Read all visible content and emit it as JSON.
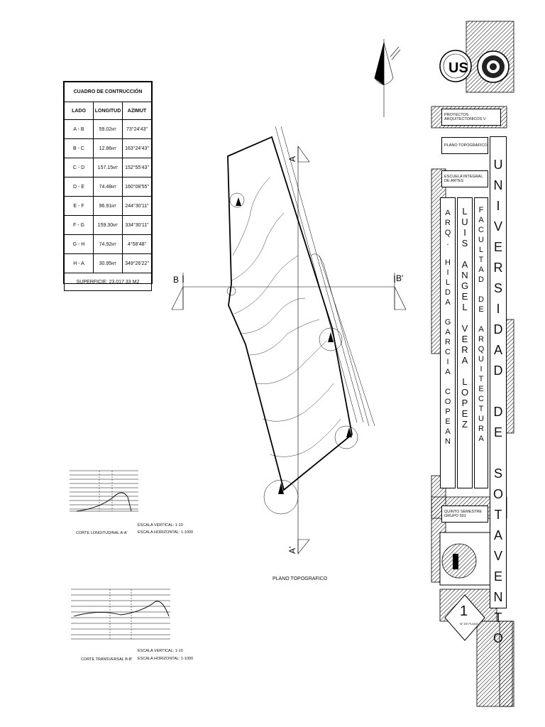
{
  "table": {
    "title": "CUADRO DE CONTRUCCIÓN",
    "headers": [
      "LADO",
      "LONGITUD",
      "AZIMUT"
    ],
    "rows": [
      {
        "lado": "A - B",
        "longitud": "59.02",
        "unit": "MT",
        "azimut": "73°24'43\""
      },
      {
        "lado": "B - C",
        "longitud": "12.86",
        "unit": "MT",
        "azimut": "163°24'43\""
      },
      {
        "lado": "C - D",
        "longitud": "157.15",
        "unit": "MT",
        "azimut": "152°55'43\""
      },
      {
        "lado": "D - E",
        "longitud": "74.48",
        "unit": "MT",
        "azimut": "160°08'55\""
      },
      {
        "lado": "E - F",
        "longitud": "96.91",
        "unit": "MT",
        "azimut": "244°30'11\""
      },
      {
        "lado": "F - G",
        "longitud": "159.30",
        "unit": "MT",
        "azimut": "334°30'11\""
      },
      {
        "lado": "G - H",
        "longitud": "74.92",
        "unit": "MT",
        "azimut": "4°58'48\""
      },
      {
        "lado": "H - A",
        "longitud": "30.95",
        "unit": "MT",
        "azimut": "349°26'22\""
      }
    ],
    "superficie": "SUPERFICIE: 23,017.33 M2"
  },
  "plan": {
    "section_b": "B",
    "section_b_prime": "B'",
    "section_a": "A",
    "section_a_prime": "A'",
    "title": "PLANO TOPOGRAFICO"
  },
  "sections": {
    "longitudinal": {
      "title": "CORTE LONGITUDINAL A-A'",
      "scale_v": "ESCALA VERTICAL: 1-10",
      "scale_h": "ESCALA HORIZONTAL: 1-1000"
    },
    "transversal": {
      "title": "CORTE TRANSVERSAL B-B'",
      "scale_v": "ESCALA VERTICAL: 1-10",
      "scale_h": "ESCALA HORIZONTAL: 1-1000"
    }
  },
  "title_block": {
    "course": "PROYECTOS ARQUITECTONICOS V",
    "sheet_name": "PLANO TOPOGRAFICO",
    "school": "ESCUELA INTEGRAL DE ARTES",
    "group": "QUINTO SEMESTRE GRUPO 501",
    "university": "UNIVERSIDAD DE SOTAVENTO",
    "teacher": "ARQ. HILDA GARCIA COPEAN",
    "student": "LUIS ANGEL VERA LOPEZ",
    "faculty": "FACULTAD DE ARQUITECTURA",
    "sheet_number": "1",
    "sheet_label": "N° DE PLANO",
    "logo_us": "US"
  }
}
